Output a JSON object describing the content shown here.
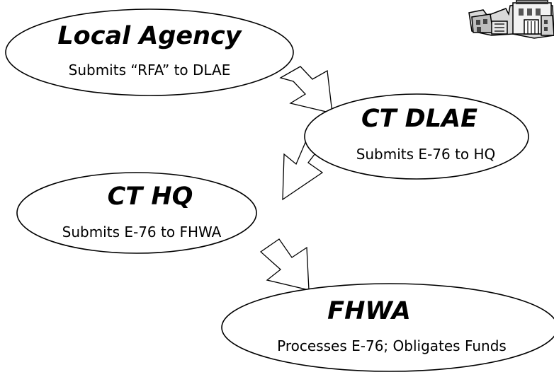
{
  "nodes": [
    {
      "id": "local-agency",
      "title": "Local Agency",
      "subtitle": "Submits “RFA” to DLAE"
    },
    {
      "id": "ct-dlae",
      "title": "CT DLAE",
      "subtitle": "Submits E-76 to HQ"
    },
    {
      "id": "ct-hq",
      "title": "CT HQ",
      "subtitle": "Submits E-76 to FHWA"
    },
    {
      "id": "fhwa",
      "title": "FHWA",
      "subtitle": "Processes E-76; Obligates Funds"
    }
  ],
  "clipart": {
    "icon": "city-buildings-icon"
  }
}
